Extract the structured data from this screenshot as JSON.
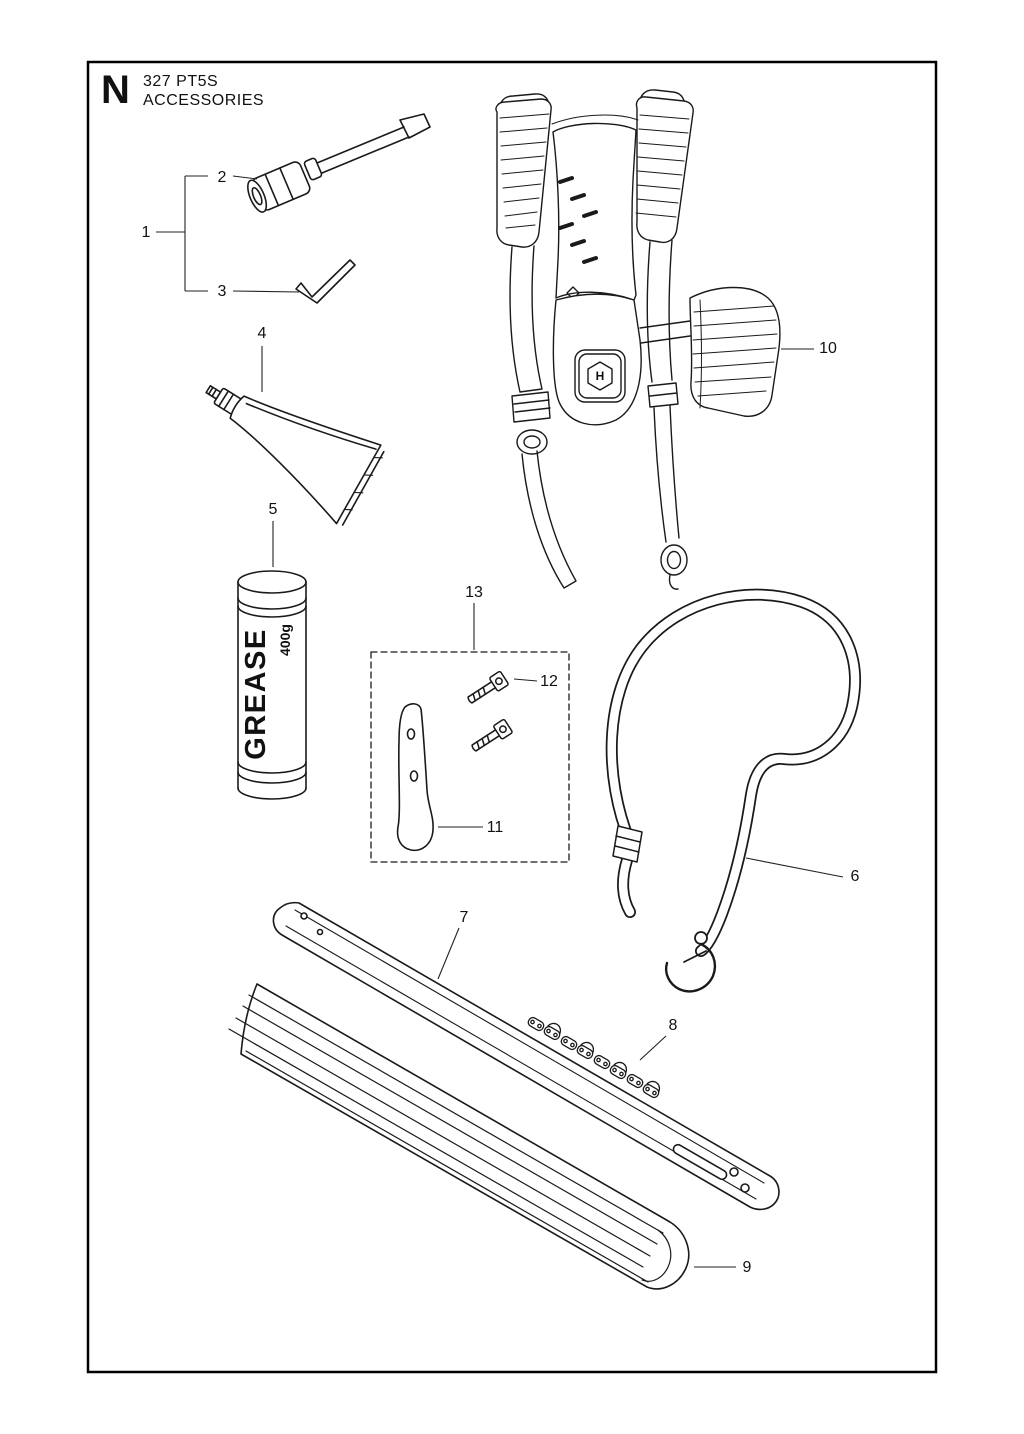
{
  "header": {
    "section_letter": "N",
    "model": "327 PT5S",
    "title": "ACCESSORIES"
  },
  "labels": {
    "grease_text": "GREASE",
    "grease_weight": "400g",
    "harness_logo_letter": "H"
  },
  "callouts": [
    {
      "number": "1"
    },
    {
      "number": "2"
    },
    {
      "number": "3"
    },
    {
      "number": "4"
    },
    {
      "number": "5"
    },
    {
      "number": "6"
    },
    {
      "number": "7"
    },
    {
      "number": "8"
    },
    {
      "number": "9"
    },
    {
      "number": "10"
    },
    {
      "number": "11"
    },
    {
      "number": "12"
    },
    {
      "number": "13"
    }
  ]
}
